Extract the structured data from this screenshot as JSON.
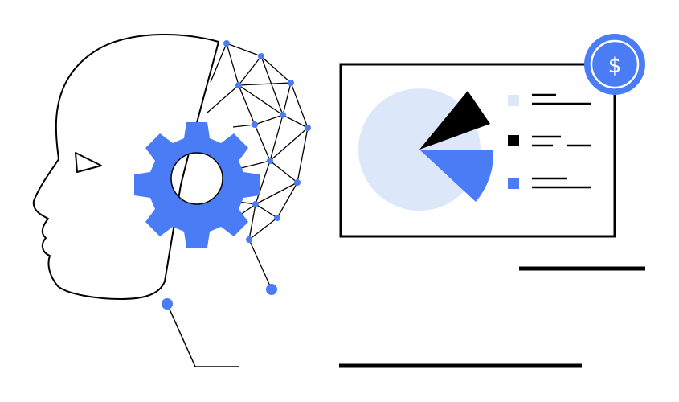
{
  "illustration": {
    "colors": {
      "ink": "#000000",
      "accent": "#4a7cf6",
      "light_accent": "#dce7fa",
      "background": "#ffffff"
    },
    "coin_symbol": "$",
    "icons": [
      "robot-head-icon",
      "gear-icon",
      "neural-network-icon",
      "pie-chart-icon",
      "dollar-coin-icon"
    ],
    "pie_segments": [
      {
        "name": "large-light",
        "color": "#dce7fa"
      },
      {
        "name": "black",
        "color": "#000000"
      },
      {
        "name": "blue",
        "color": "#4a7cf6"
      }
    ]
  }
}
